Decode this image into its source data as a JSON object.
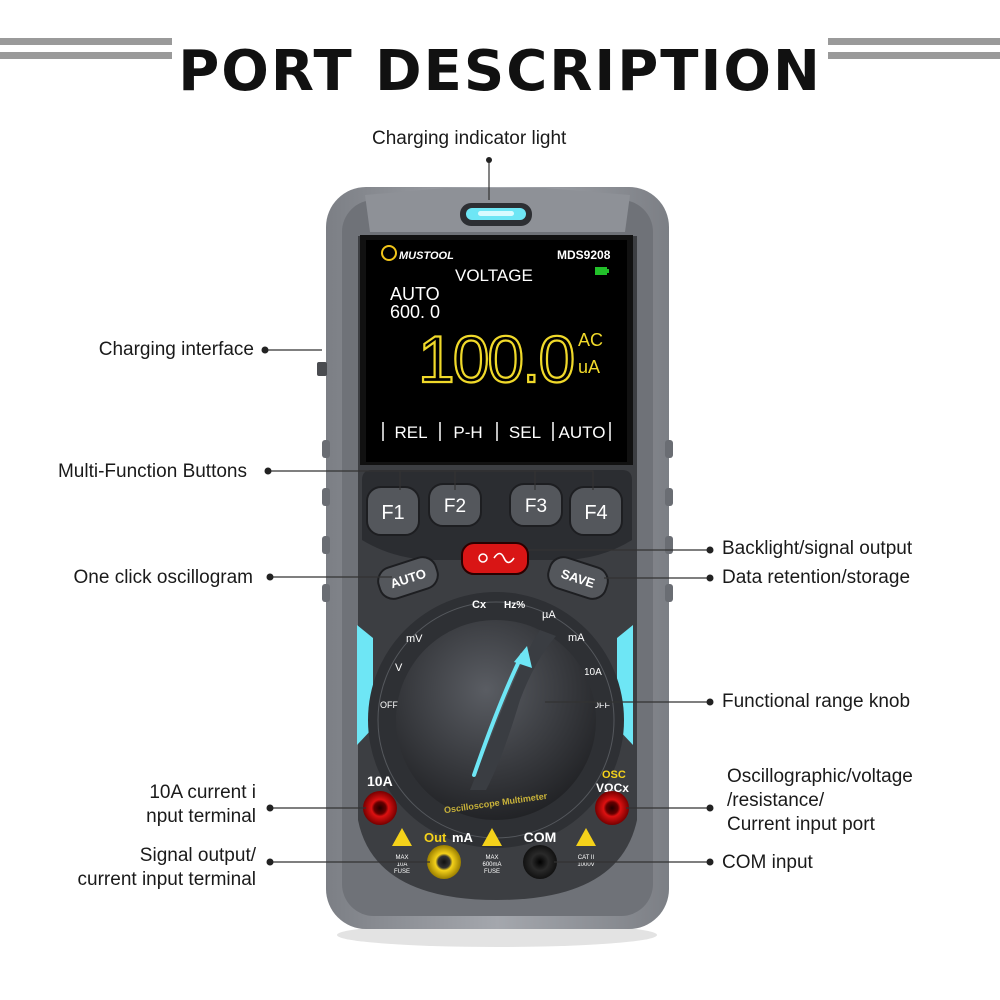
{
  "title": "PORT DESCRIPTION",
  "device": {
    "brand": "MUSTOOL",
    "model": "MDS9208",
    "screen": {
      "mode": "VOLTAGE",
      "range_mode": "AUTO",
      "range_value": "600. 0",
      "reading": "100.0",
      "unit_top": "AC",
      "unit_bottom": "uA",
      "softkeys": [
        "REL",
        "P-H",
        "SEL",
        "AUTO"
      ],
      "battery_color": "#22c02a"
    },
    "buttons": {
      "f1": "F1",
      "f2": "F2",
      "f3": "F3",
      "f4": "F4",
      "auto": "AUTO",
      "save": "SAVE"
    },
    "dial": {
      "label": "Oscilloscope Multimeter",
      "positions": [
        "V",
        "mV",
        "Cx",
        "Hz%",
        "µA",
        "mA",
        "10A",
        "OFF",
        "OFF"
      ]
    },
    "terminals": {
      "a10": "10A",
      "out": "Out",
      "ma": "mA",
      "com": "COM",
      "osc": "OSC",
      "vohm": "VΩCx",
      "warn_10a": [
        "MAX",
        "10A",
        "FUSE"
      ],
      "warn_ma": [
        "MAX",
        "600mA",
        "FUSE"
      ],
      "warn_cat": [
        "CAT II",
        "1000V"
      ]
    },
    "accent_color": "#6ee6f5"
  },
  "callouts": {
    "charging_indicator": "Charging indicator light",
    "charging_interface": "Charging interface",
    "multi_function": "Multi-Function Buttons",
    "one_click": "One click oscillogram",
    "backlight": "Backlight/signal output",
    "data_retention": "Data retention/storage",
    "knob": "Functional range knob",
    "current_10a_line1": "10A current i",
    "current_10a_line2": "nput terminal",
    "signal_output_line1": "Signal output/",
    "signal_output_line2": "current input terminal",
    "osc_line1": "Oscillographic/voltage",
    "osc_line2": "/resistance/",
    "osc_line3": "Current input port",
    "com_input": "COM input"
  }
}
